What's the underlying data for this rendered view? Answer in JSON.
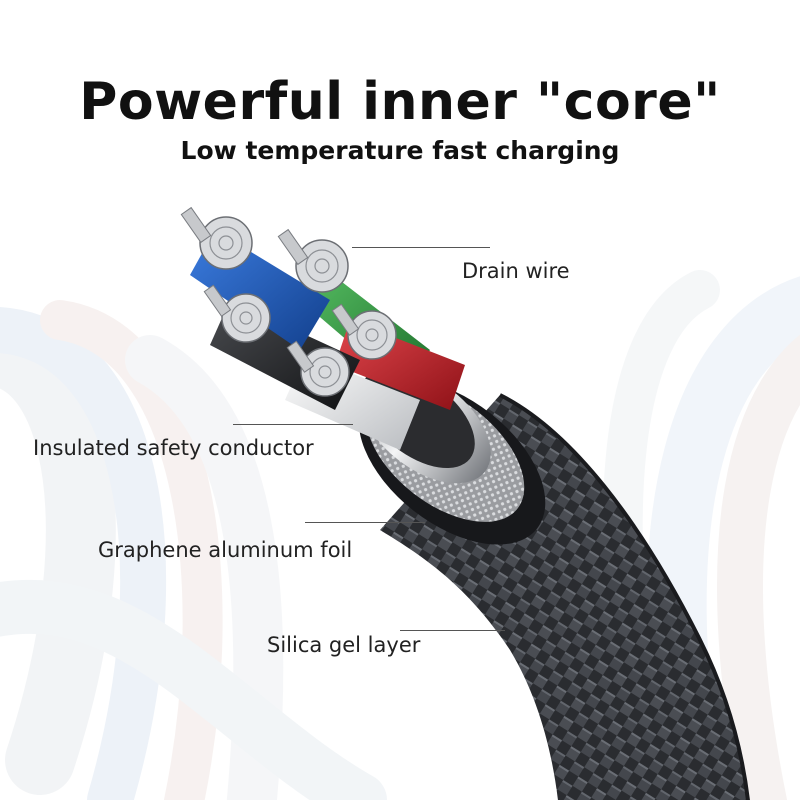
{
  "headline": "Powerful inner \"core\"",
  "subheadline": "Low temperature fast charging",
  "callouts": {
    "drain_wire": "Drain wire",
    "insulated_conductor": "Insulated safety conductor",
    "graphene_foil": "Graphene aluminum foil",
    "silica_gel": "Silica gel layer"
  },
  "colors": {
    "blue_core": "#1f5fc4",
    "green_core": "#2f9e44",
    "red_core": "#c8222a",
    "white_core": "#f2f2f2",
    "black_core": "#1a1a1a",
    "braid": "#2b2d31"
  }
}
